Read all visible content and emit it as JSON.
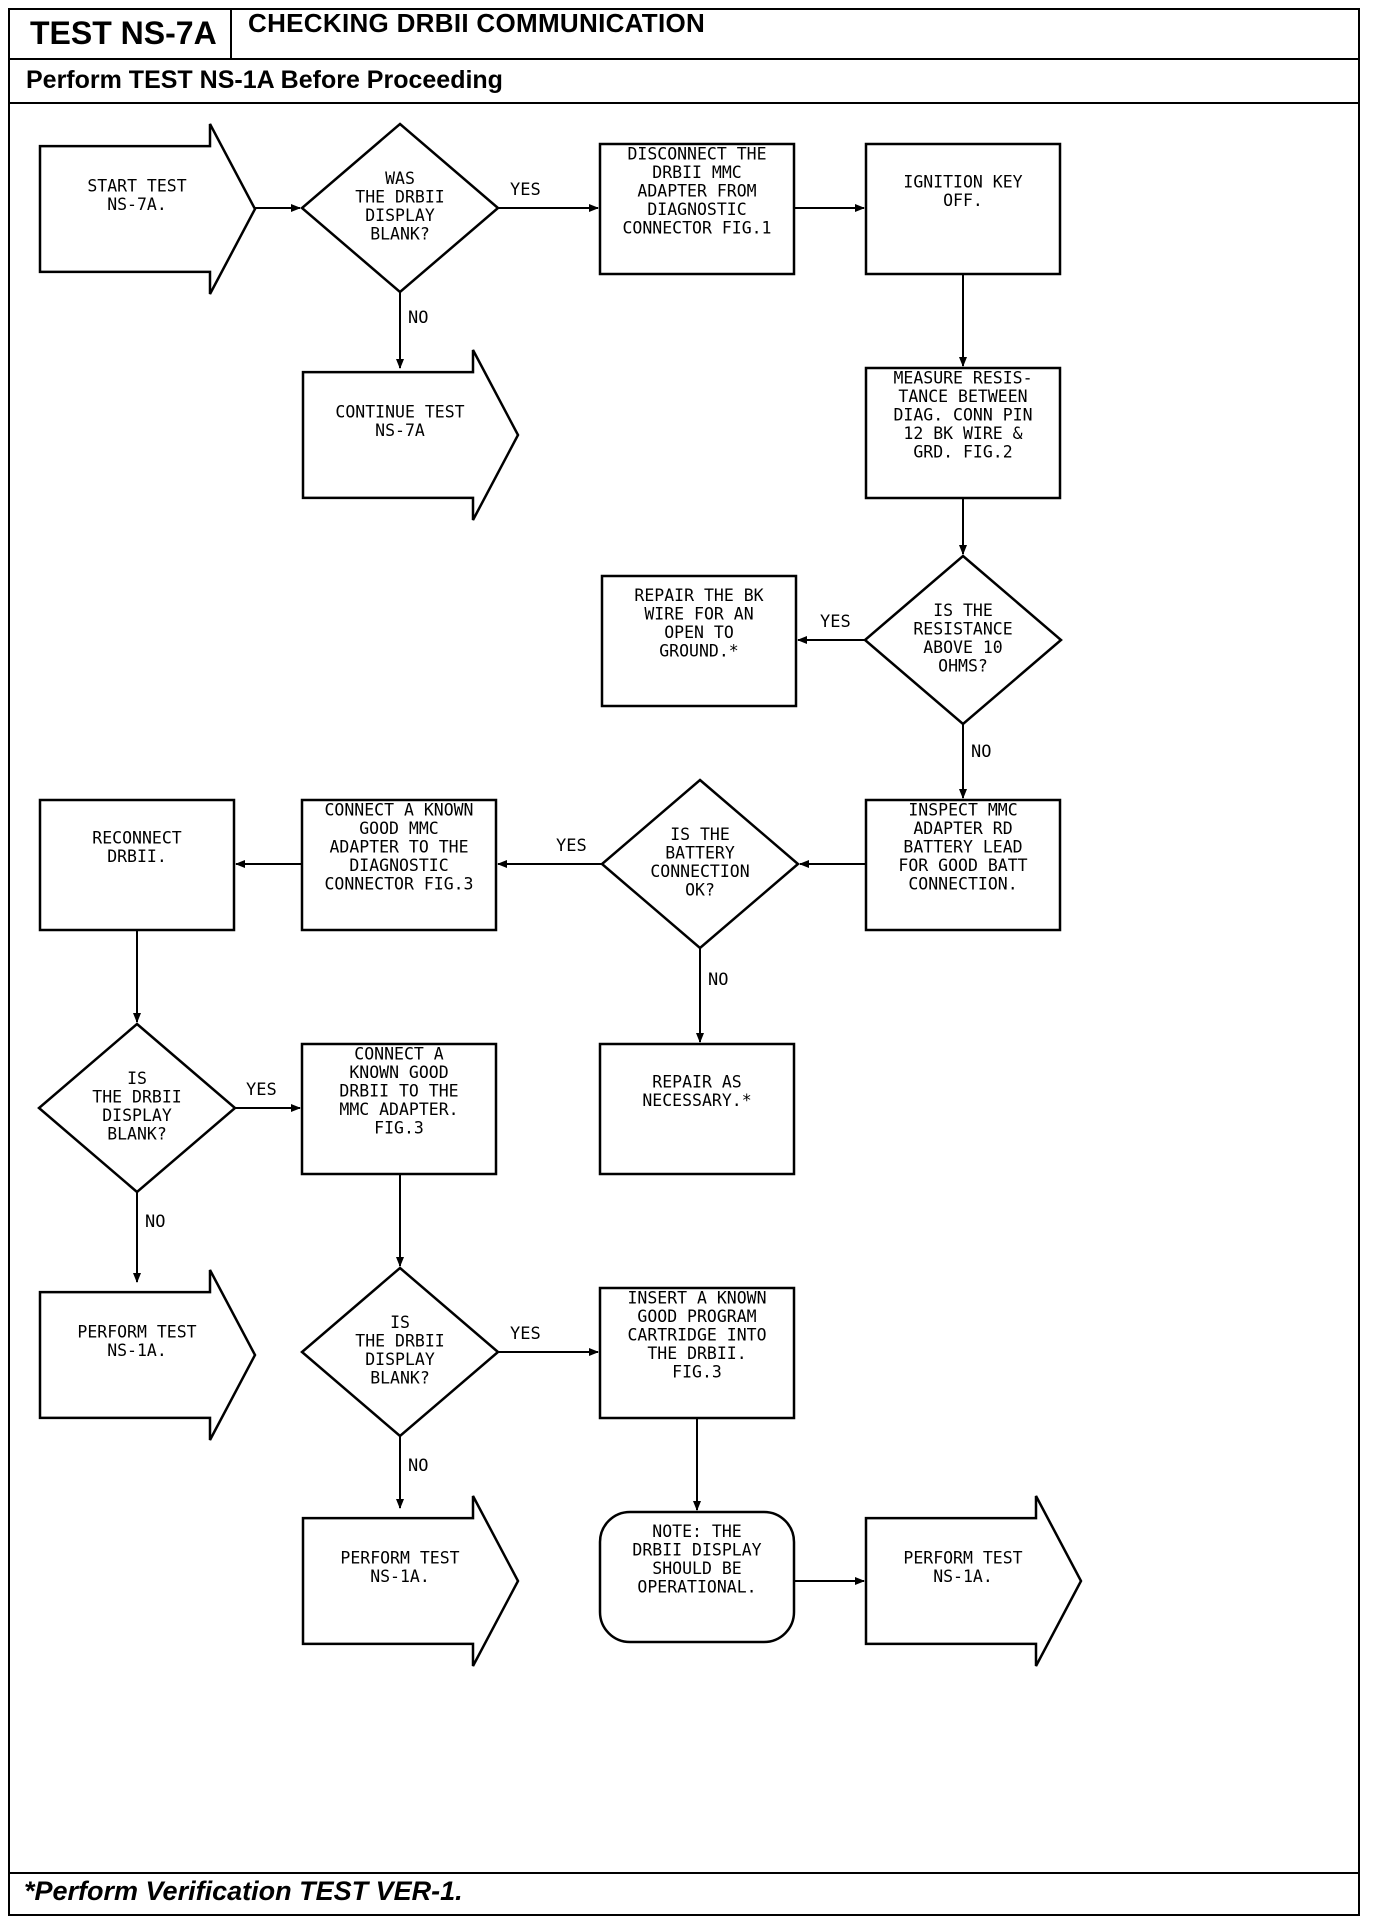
{
  "header": {
    "test_id": "TEST NS-7A",
    "title": "CHECKING DRBII COMMUNICATION",
    "prerequisite": "Perform TEST NS-1A Before Proceeding"
  },
  "footer": {
    "note": "*Perform Verification TEST VER-1."
  },
  "flowchart": {
    "start": [
      "START TEST",
      "NS-7A."
    ],
    "q_display_blank_1": [
      "WAS",
      "THE DRBII",
      "DISPLAY",
      "BLANK?"
    ],
    "continue": [
      "CONTINUE TEST",
      "NS-7A"
    ],
    "disconnect": [
      "DISCONNECT THE",
      "DRBII MMC",
      "ADAPTER FROM",
      "DIAGNOSTIC",
      "CONNECTOR FIG.1"
    ],
    "ignition_off": [
      "IGNITION KEY",
      "OFF."
    ],
    "measure": [
      "MEASURE RESIS-",
      "TANCE BETWEEN",
      "DIAG. CONN PIN",
      "12 BK WIRE &",
      "GRD. FIG.2"
    ],
    "q_resistance": [
      "IS THE",
      "RESISTANCE",
      "ABOVE 10",
      "OHMS?"
    ],
    "repair_bk": [
      "REPAIR THE BK",
      "WIRE FOR AN",
      "OPEN TO",
      "GROUND.*"
    ],
    "inspect": [
      "INSPECT MMC",
      "ADAPTER RD",
      "BATTERY LEAD",
      "FOR GOOD BATT",
      "CONNECTION."
    ],
    "q_battery": [
      "IS THE",
      "BATTERY",
      "CONNECTION",
      "OK?"
    ],
    "connect_adapter": [
      "CONNECT A KNOWN",
      "GOOD MMC",
      "ADAPTER TO THE",
      "DIAGNOSTIC",
      "CONNECTOR FIG.3"
    ],
    "reconnect": [
      "RECONNECT",
      "DRBII."
    ],
    "repair_necessary": [
      "REPAIR AS",
      "NECESSARY.*"
    ],
    "q_display_blank_2": [
      "IS",
      "THE DRBII",
      "DISPLAY",
      "BLANK?"
    ],
    "connect_drbii": [
      "CONNECT A",
      "KNOWN GOOD",
      "DRBII TO THE",
      "MMC ADAPTER.",
      "FIG.3"
    ],
    "perform_1": [
      "PERFORM TEST",
      "NS-1A."
    ],
    "q_display_blank_3": [
      "IS",
      "THE DRBII",
      "DISPLAY",
      "BLANK?"
    ],
    "insert_cartridge": [
      "INSERT A KNOWN",
      "GOOD PROGRAM",
      "CARTRIDGE INTO",
      "THE DRBII.",
      "FIG.3"
    ],
    "perform_2": [
      "PERFORM TEST",
      "NS-1A."
    ],
    "note_operational": [
      "NOTE: THE",
      "DRBII DISPLAY",
      "SHOULD BE",
      "OPERATIONAL."
    ],
    "perform_3": [
      "PERFORM TEST",
      "NS-1A."
    ]
  },
  "edge_labels": {
    "yes": "YES",
    "no": "NO"
  }
}
